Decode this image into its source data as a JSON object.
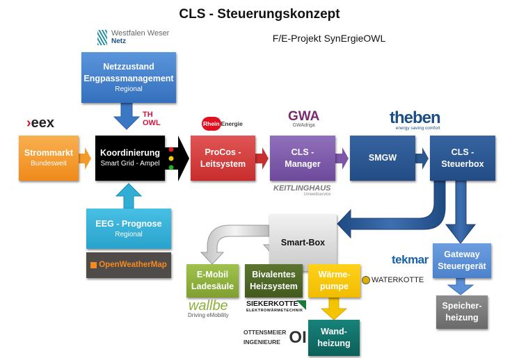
{
  "title": "CLS - Steuerungskonzept",
  "subtitle": "F/E-Projekt SynErgieOWL",
  "boxes": {
    "netzzustand": {
      "line1": "Netzzustand",
      "line2": "Engpassmanagement",
      "sub": "Regional",
      "color": "#3a78c4"
    },
    "strommarkt": {
      "line1": "Strommarkt",
      "sub": "Bundesweit",
      "color": "#f39a2b"
    },
    "koordinierung": {
      "line1": "Koordinierung",
      "sub": "Smart Grid - Ampel",
      "color": "#000000"
    },
    "procos": {
      "line1": "ProCos -",
      "line2": "Leitsystem",
      "color": "#d43b3b"
    },
    "clsmanager": {
      "line1": "CLS -",
      "line2": "Manager",
      "color": "#7d56a8"
    },
    "smgw": {
      "line1": "SMGW",
      "color": "#2b5690"
    },
    "steuerbox": {
      "line1": "CLS -",
      "line2": "Steuerbox",
      "color": "#2b5690"
    },
    "eeg": {
      "line1": "EEG - Prognose",
      "sub": "Regional",
      "color": "#30aed6"
    },
    "openweathermap": {
      "line1": "OpenWeatherMap",
      "color": "#4f4b48"
    },
    "smartbox": {
      "line1": "Smart-Box",
      "color": "#d9d9d9"
    },
    "emobil": {
      "line1": "E-Mobil",
      "line2": "Ladesäule",
      "color": "#8db03c"
    },
    "bivalent": {
      "line1": "Bivalentes",
      "line2": "Heizsystem",
      "color": "#4e6626"
    },
    "waermepumpe": {
      "line1": "Wärme-",
      "line2": "pumpe",
      "color": "#f5c400"
    },
    "wandheizung": {
      "line1": "Wand-",
      "line2": "heizung",
      "color": "#0e6e64"
    },
    "gateway": {
      "line1": "Gateway",
      "line2": "Steuergerät",
      "color": "#5b8fd6"
    },
    "speicher": {
      "line1": "Speicher-",
      "line2": "heizung",
      "color": "#7a7a7a"
    }
  },
  "logos": {
    "wwn": {
      "line1": "Westfalen Weser",
      "line2": "Netz"
    },
    "eex": "eex",
    "thowl": {
      "line1": "TH",
      "line2": "OWL"
    },
    "rheinenergie": {
      "a": "Rhein",
      "b": "Energie"
    },
    "gwa": {
      "mark": "GWA",
      "name": "GWAdriga"
    },
    "theben": {
      "name": "theben",
      "tagline": "energy saving comfort"
    },
    "keitlinghaus": {
      "name": "KEITLINGHAUS",
      "tagline": "Umweltservice"
    },
    "tekmar": "tekmar",
    "waterkotte": "WATERKOTTE",
    "wallbe": {
      "name": "wallbe",
      "tagline": "Driving eMobility"
    },
    "siekerkotte": {
      "name": "SIEKERKOTTE",
      "tagline": "ELEKTROWÄRMETECHNIK"
    },
    "ottensmeier": {
      "line1": "OTTENSMEIER",
      "line2": "INGENIEURE",
      "mark": "OI"
    }
  }
}
